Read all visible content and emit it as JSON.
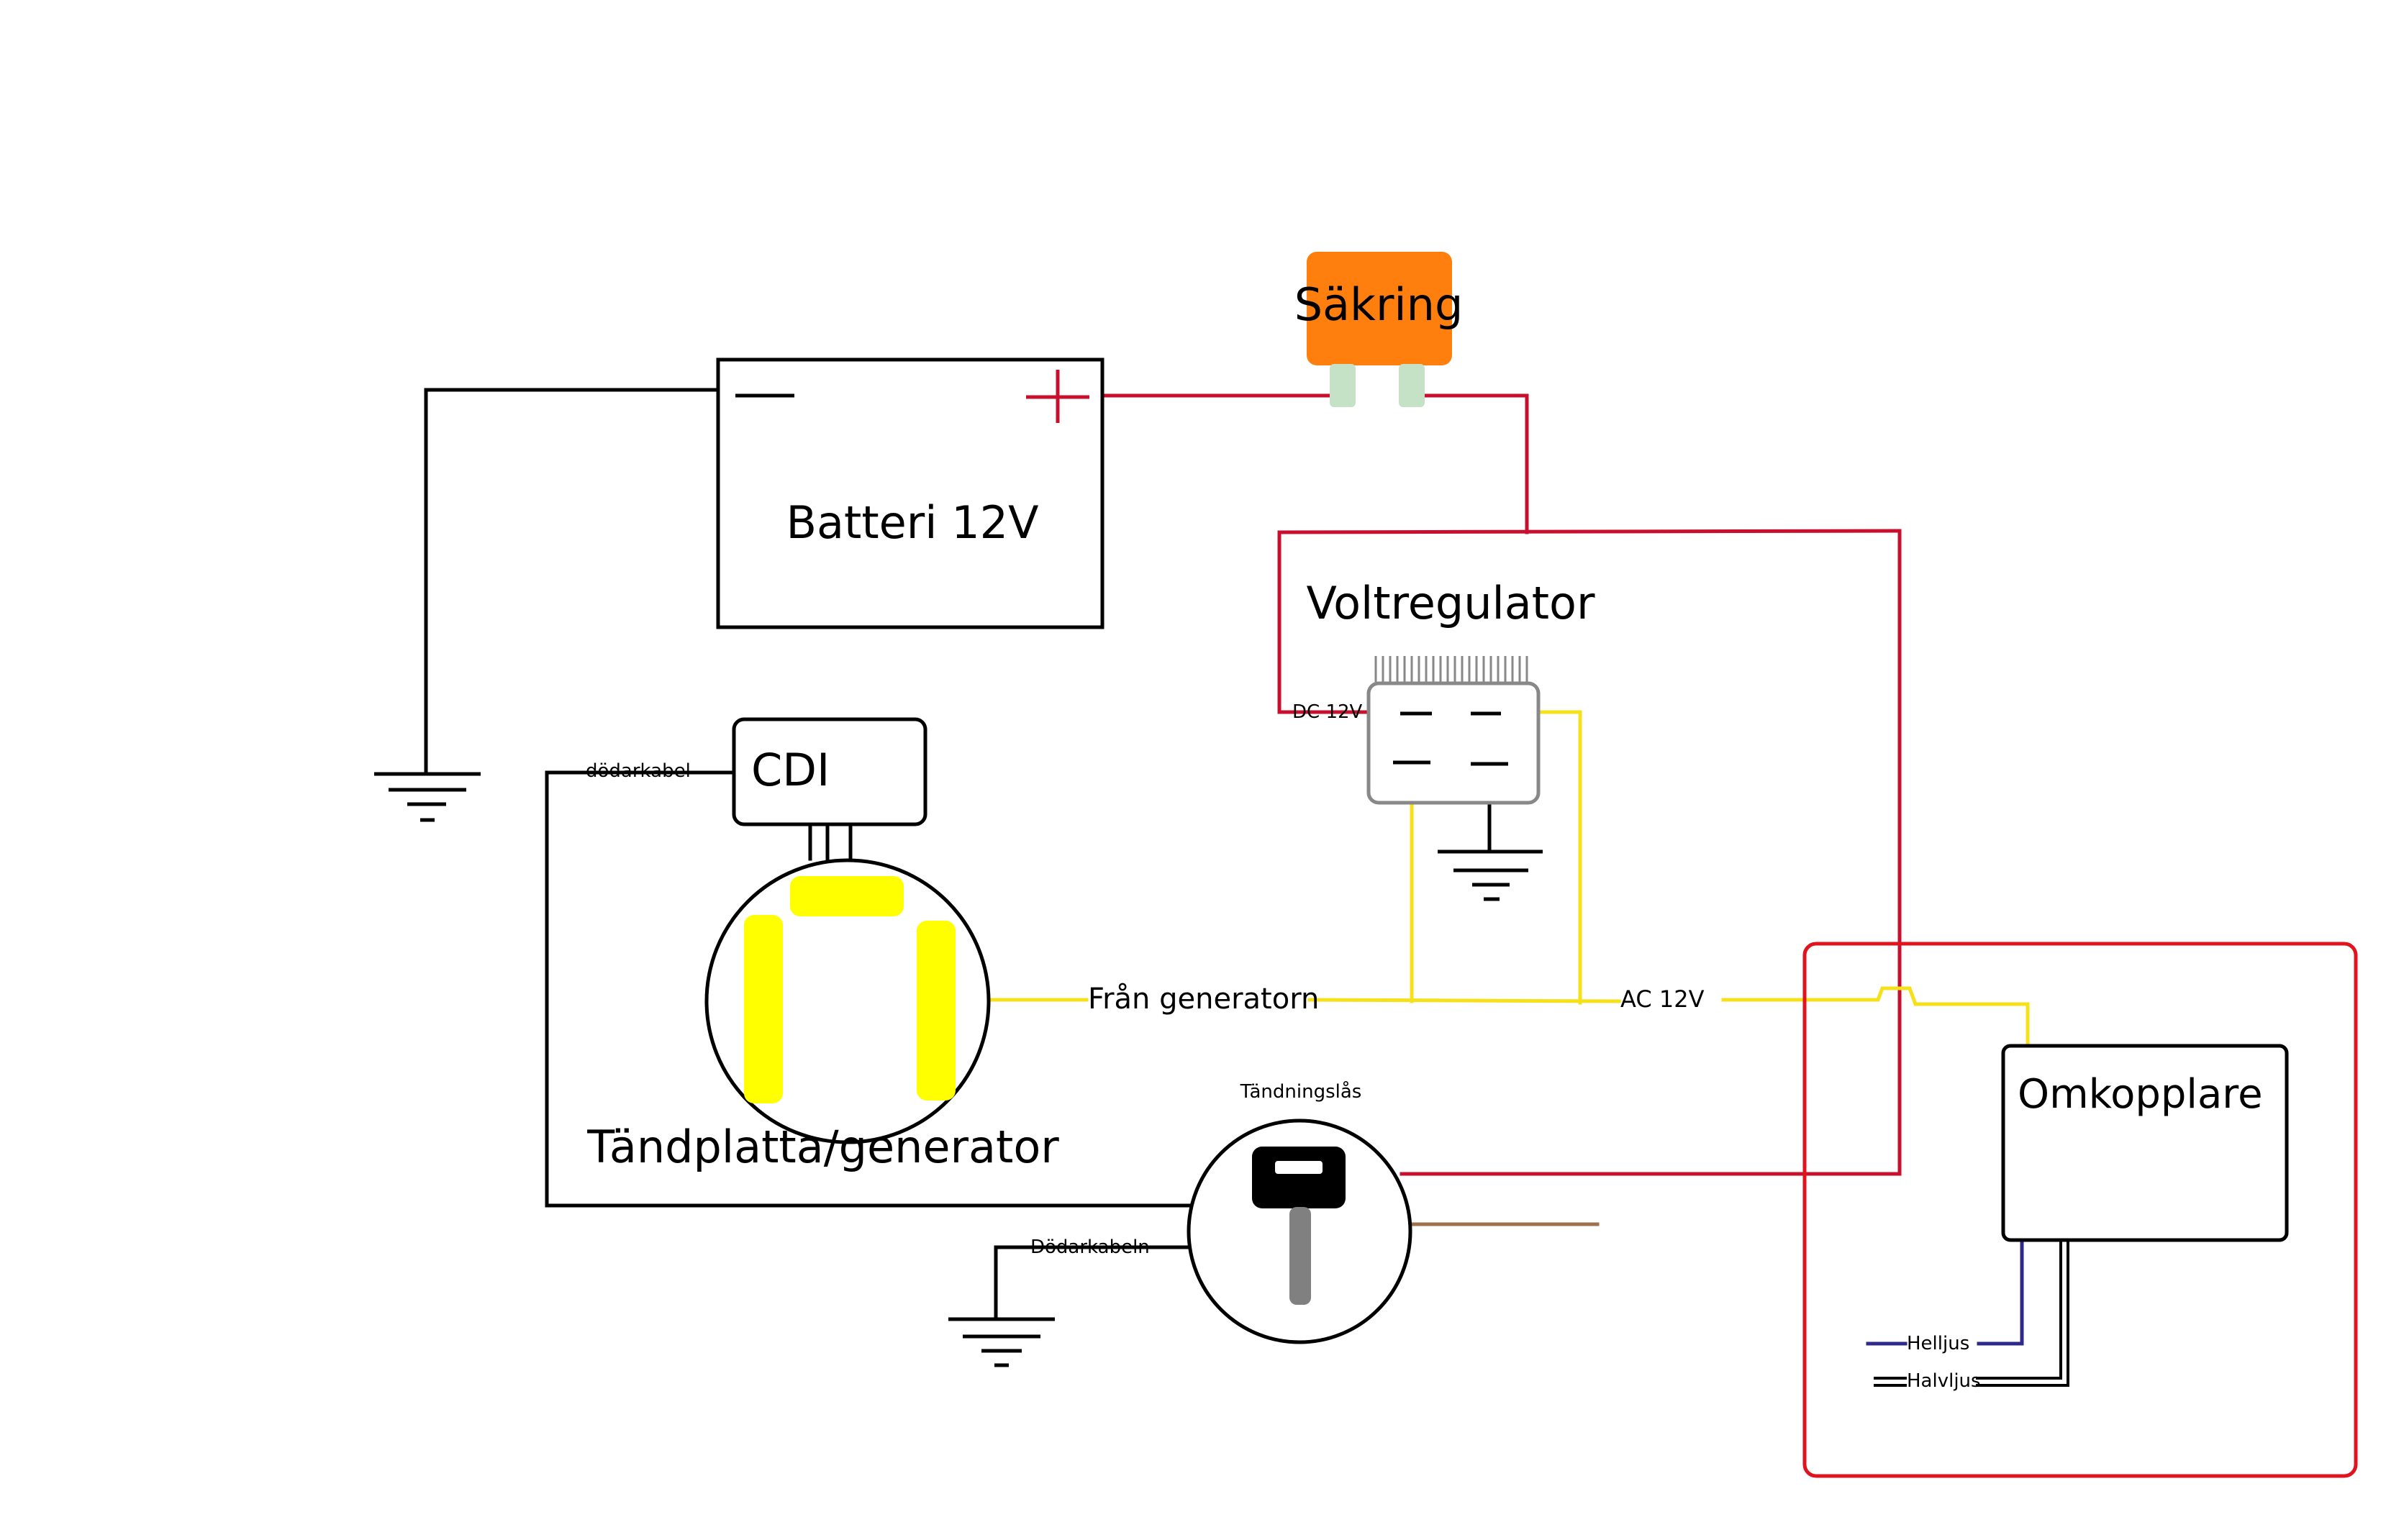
{
  "labels": {
    "fuse": "Säkring",
    "battery": "Batteri 12V",
    "voltage_regulator": "Voltregulator",
    "dc_terminal": "DC 12V",
    "cdi": "CDI",
    "kill_wire_cdi": "dödarkabel",
    "stator": "Tändplatta/generator",
    "from_generator": "Från generatorn",
    "ac_terminal": "AC 12V",
    "ignition_switch": "Tändningslås",
    "kill_wire_switch": "Dödarkabeln",
    "switch_box": "Omkopplare",
    "high_beam": "Helljus",
    "low_beam": "Halvljus"
  },
  "colors": {
    "dc_wire": "#c8102e",
    "ac_wire": "#f5e01a",
    "ground_wire": "#000000",
    "fuse_body": "#ff7f0e",
    "fuse_pins": "#c6e2c6",
    "stator_coils": "#ffff00",
    "highlight_frame": "#e0141e",
    "high_beam_wire": "#2e2a8c",
    "brown_wire": "#a0704a",
    "key": "#000000",
    "key_shaft": "#808080"
  },
  "icons": {
    "battery_minus": "minus-sign",
    "battery_plus": "plus-sign",
    "ground": "ground-symbol",
    "key": "ignition-key-icon"
  }
}
